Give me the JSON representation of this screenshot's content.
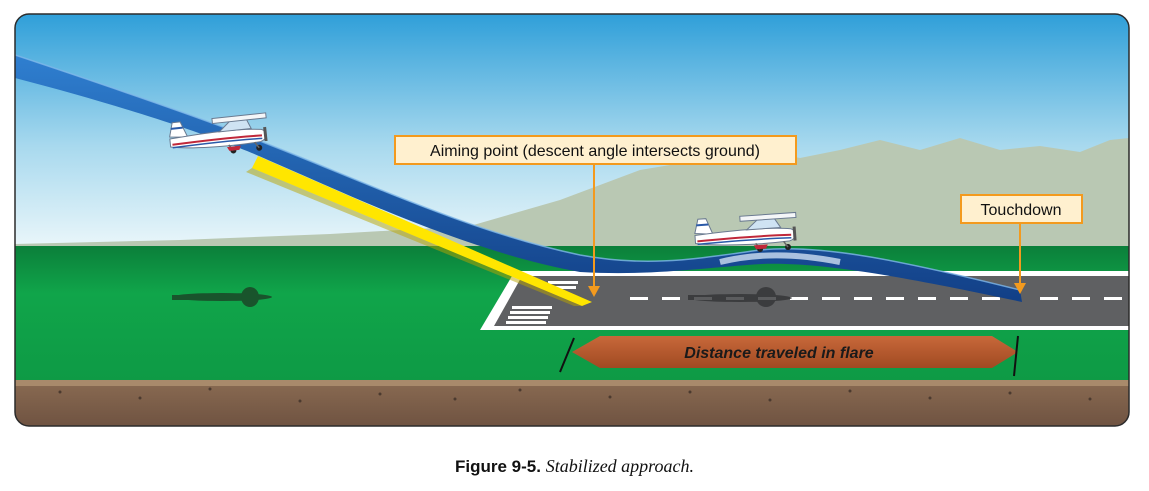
{
  "labels": {
    "aiming_point": "Aiming point (descent angle intersects ground)",
    "touchdown": "Touchdown",
    "flare_distance": "Distance traveled in flare"
  },
  "caption": {
    "figure_number": "Figure 9-5.",
    "title": "Stabilized approach."
  },
  "colors": {
    "sky_top": "#3aa6dc",
    "sky_bottom": "#e9f6fb",
    "grass": "#0f9e47",
    "runway": "#5e5f61",
    "flight_path": "#1f5fae",
    "descent_angle": "#ffe600",
    "label_border": "#f39a1e",
    "label_fill": "#fff0cf",
    "flare_arrow": "#b9582d"
  }
}
